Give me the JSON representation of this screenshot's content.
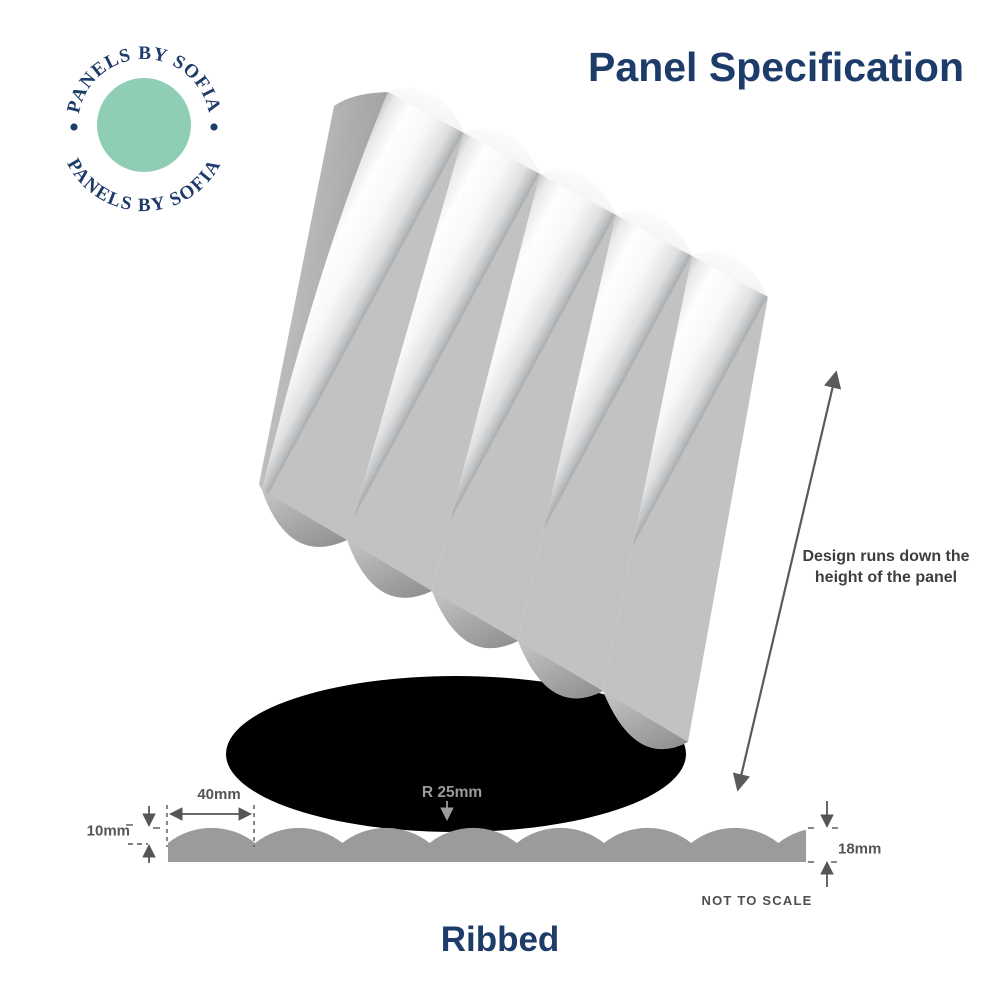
{
  "brand": {
    "arc_text_top": "PANELS BY SOFIA",
    "arc_text_bottom": "PANELS BY SOFIA",
    "circle_color": "#8fceb4",
    "text_color": "#1e3c69"
  },
  "header": {
    "title": "Panel Specification",
    "title_color": "#1e3c69"
  },
  "product": {
    "name": "Ribbed"
  },
  "render": {
    "rib_count": 5,
    "panel_color": "#ffffff",
    "shadow_color": "#000000"
  },
  "height_note": {
    "line1": "Design runs down the",
    "line2": "height of the panel"
  },
  "profile": {
    "color": "#9b9b9b",
    "dim_rib_width": "40mm",
    "dim_radius": "R 25mm",
    "dim_rib_height": "10mm",
    "dim_total_thickness": "18mm",
    "scale_note": "NOT TO SCALE"
  }
}
